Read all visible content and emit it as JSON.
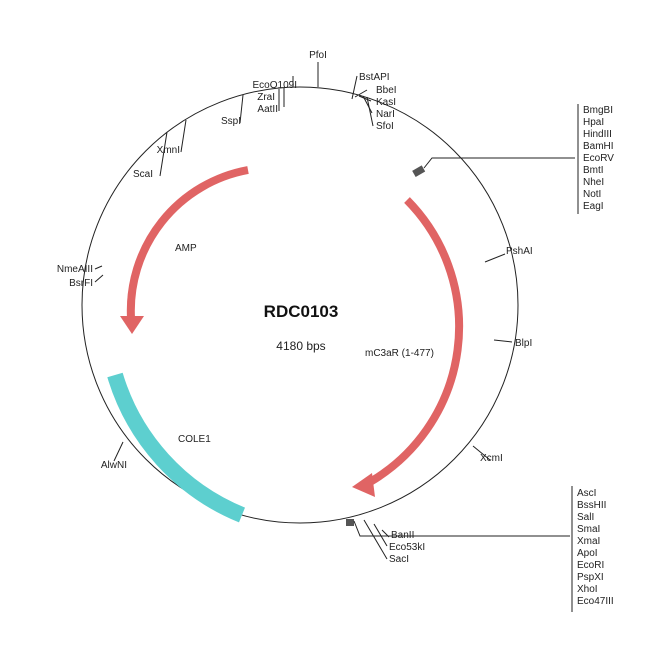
{
  "plasmid": {
    "name": "RDC0103",
    "size_label": "4180 bps"
  },
  "features": {
    "amp": "AMP",
    "insert": "mC3aR (1-477)",
    "ori": "COLE1"
  },
  "sites": {
    "pfoi": "PfoI",
    "ecoo109i": "EcoO109I",
    "zrai": "ZraI",
    "aatii": "AatII",
    "sspi": "SspI",
    "xmni": "XmnI",
    "scai": "ScaI",
    "nmeaiii": "NmeAIII",
    "bsrfi": "BsrFI",
    "alwni": "AlwNI",
    "bstapi": "BstAPI",
    "bbei": "BbeI",
    "kasi": "KasI",
    "nari": "NarI",
    "sfoi": "SfoI",
    "pshai": "PshAI",
    "blpi": "BlpI",
    "xcmi": "XcmI",
    "banii": "BanII",
    "eco53ki": "Eco53kI",
    "saci": "SacI"
  },
  "mcs_upper": [
    "BmgBI",
    "HpaI",
    "HindIII",
    "BamHI",
    "EcoRV",
    "BmtI",
    "NheI",
    "NotI",
    "EagI"
  ],
  "mcs_lower": [
    "AscI",
    "BssHII",
    "SalI",
    "SmaI",
    "XmaI",
    "ApoI",
    "EcoRI",
    "PspXI",
    "XhoI",
    "Eco47III"
  ],
  "colors": {
    "arrow": "#e06464",
    "ori": "#5dcfcf",
    "circle": "#222222"
  }
}
